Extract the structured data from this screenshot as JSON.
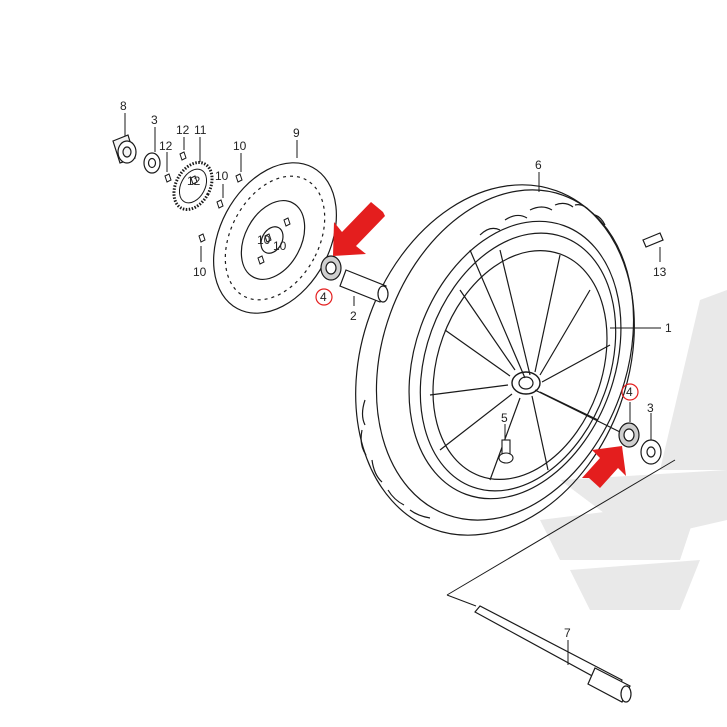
{
  "labels": {
    "p1": "1",
    "p2": "2",
    "p3a": "3",
    "p3b": "3",
    "p4a": "4",
    "p4b": "4",
    "p5": "5",
    "p6": "6",
    "p7": "7",
    "p8": "8",
    "p9": "9",
    "p10a": "10",
    "p10b": "10",
    "p10c": "10",
    "p10d": "10",
    "p10e": "10",
    "p11": "11",
    "p12a": "12",
    "p12b": "12",
    "p12c": "12",
    "p13": "13"
  },
  "highlight_color": "#e41e1e",
  "line_color": "#1a1a1a",
  "watermark_color": "#e9e9e9"
}
